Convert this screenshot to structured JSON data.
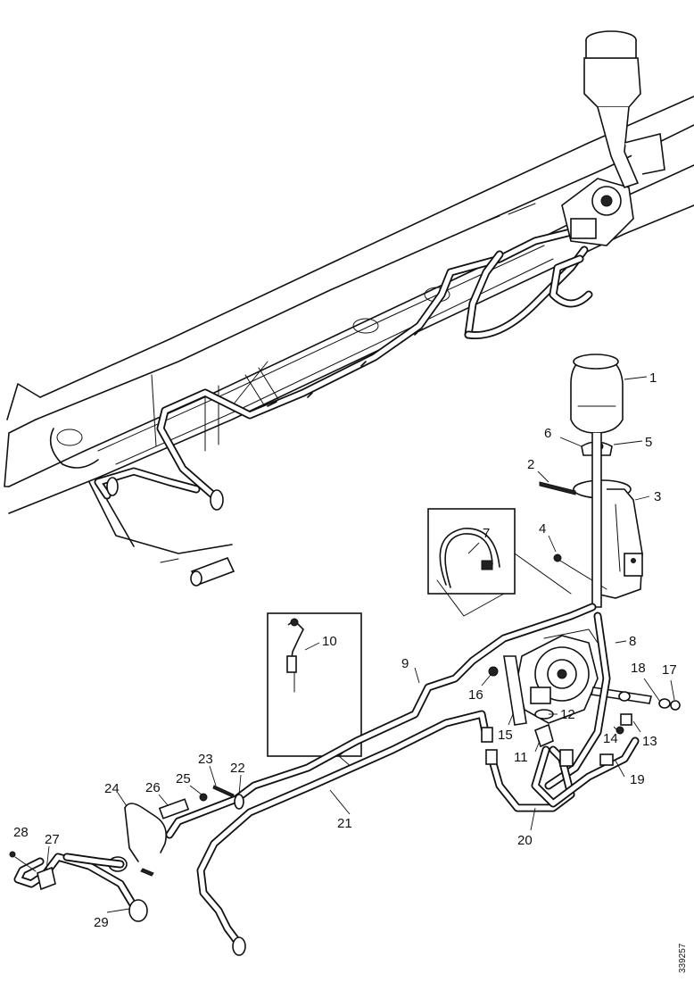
{
  "figure_id": "339257",
  "callouts": [
    {
      "id": "c1",
      "label": "1"
    },
    {
      "id": "c2",
      "label": "2"
    },
    {
      "id": "c3",
      "label": "3"
    },
    {
      "id": "c4",
      "label": "4"
    },
    {
      "id": "c5",
      "label": "5"
    },
    {
      "id": "c6",
      "label": "6"
    },
    {
      "id": "c7",
      "label": "7"
    },
    {
      "id": "c8",
      "label": "8"
    },
    {
      "id": "c9",
      "label": "9"
    },
    {
      "id": "c10",
      "label": "10"
    },
    {
      "id": "c11",
      "label": "11"
    },
    {
      "id": "c12",
      "label": "12"
    },
    {
      "id": "c13",
      "label": "13"
    },
    {
      "id": "c14",
      "label": "14"
    },
    {
      "id": "c15",
      "label": "15"
    },
    {
      "id": "c16",
      "label": "16"
    },
    {
      "id": "c17",
      "label": "17"
    },
    {
      "id": "c18",
      "label": "18"
    },
    {
      "id": "c19",
      "label": "19"
    },
    {
      "id": "c20",
      "label": "20"
    },
    {
      "id": "c21",
      "label": "21"
    },
    {
      "id": "c22",
      "label": "22"
    },
    {
      "id": "c23",
      "label": "23"
    },
    {
      "id": "c24",
      "label": "24"
    },
    {
      "id": "c25",
      "label": "25"
    },
    {
      "id": "c26",
      "label": "26"
    },
    {
      "id": "c27",
      "label": "27"
    },
    {
      "id": "c28",
      "label": "28"
    },
    {
      "id": "c29",
      "label": "29"
    }
  ]
}
